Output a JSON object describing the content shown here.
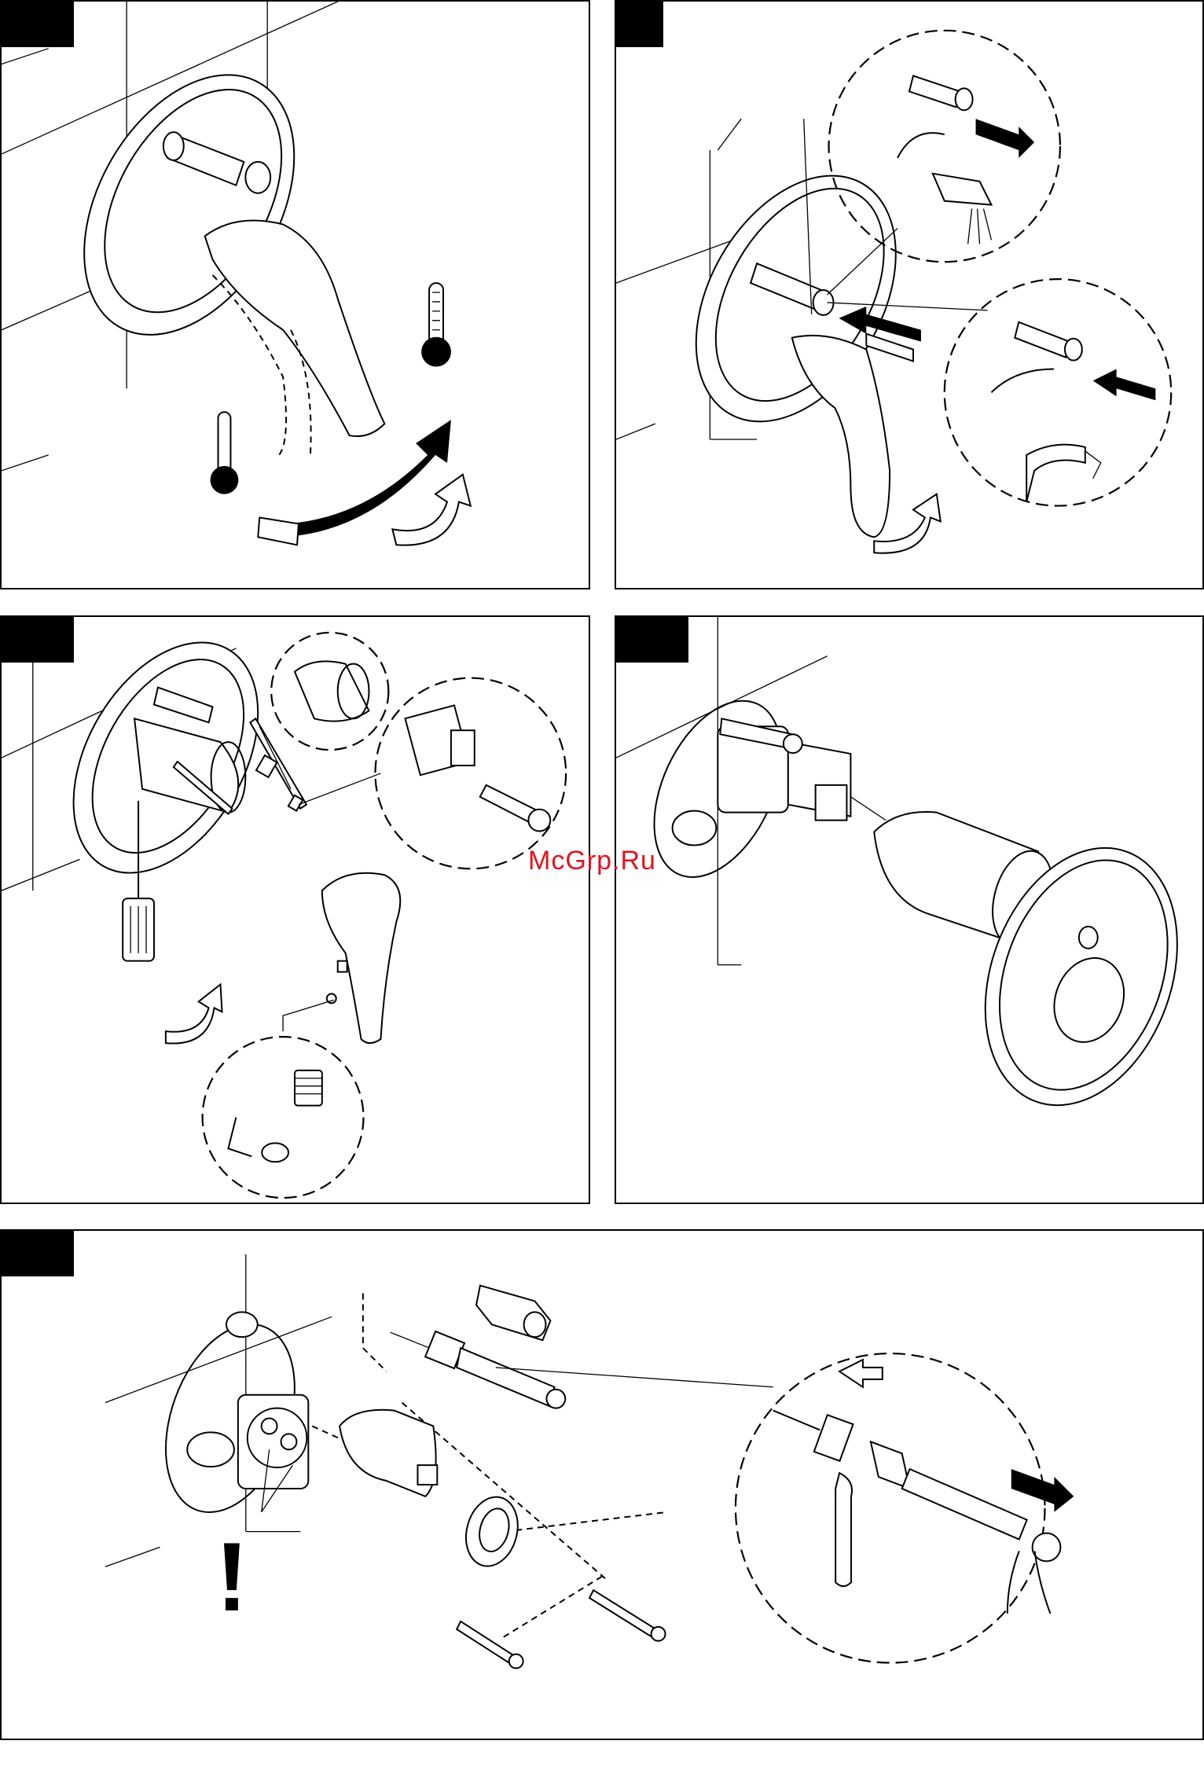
{
  "watermark": "McGrp.Ru",
  "panels": [
    {
      "id": "p1",
      "step_label": ""
    },
    {
      "id": "p2",
      "step_label": ""
    },
    {
      "id": "p3",
      "step_label": ""
    },
    {
      "id": "p4",
      "step_label": ""
    },
    {
      "id": "p5",
      "step_label": ""
    }
  ],
  "colors": {
    "line": "#000000",
    "background": "#ffffff",
    "watermark": "#e0141e"
  }
}
